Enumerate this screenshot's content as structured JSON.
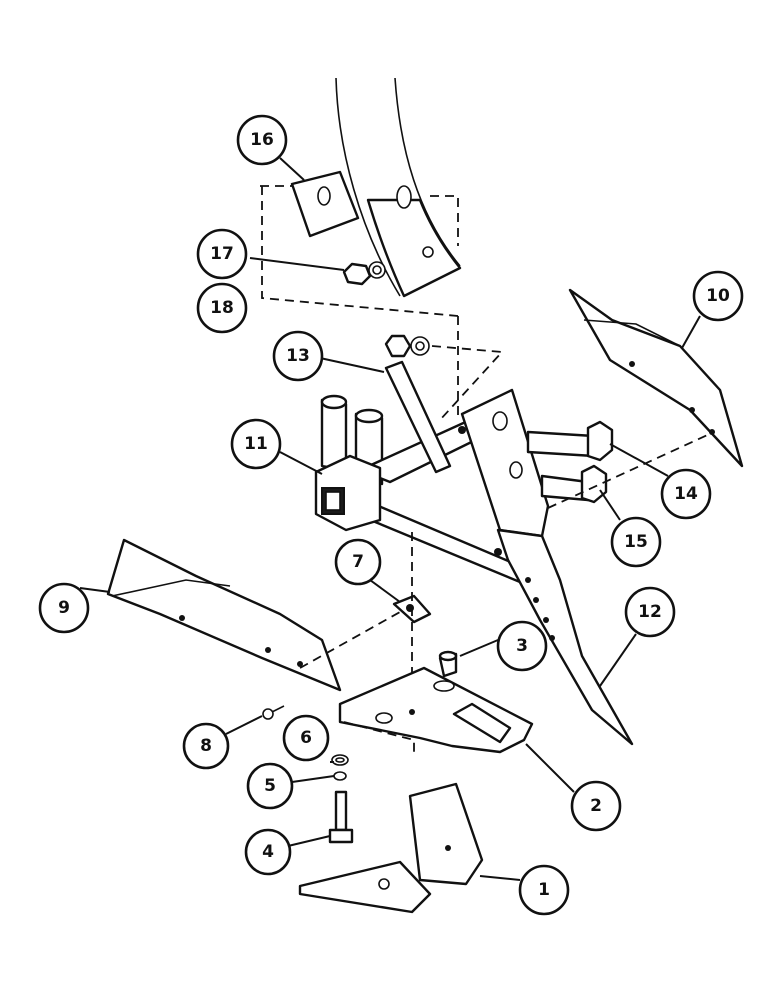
{
  "callouts": [
    {
      "id": "c16",
      "label": "16"
    },
    {
      "id": "c17",
      "label": "17"
    },
    {
      "id": "c18",
      "label": "18"
    },
    {
      "id": "c13",
      "label": "13"
    },
    {
      "id": "c10",
      "label": "10"
    },
    {
      "id": "c11",
      "label": "11"
    },
    {
      "id": "c14",
      "label": "14"
    },
    {
      "id": "c15",
      "label": "15"
    },
    {
      "id": "c7",
      "label": "7"
    },
    {
      "id": "c12",
      "label": "12"
    },
    {
      "id": "c9",
      "label": "9"
    },
    {
      "id": "c3",
      "label": "3"
    },
    {
      "id": "c8",
      "label": "8"
    },
    {
      "id": "c6",
      "label": "6"
    },
    {
      "id": "c5",
      "label": "5"
    },
    {
      "id": "c2",
      "label": "2"
    },
    {
      "id": "c4",
      "label": "4"
    },
    {
      "id": "c1",
      "label": "1"
    }
  ]
}
